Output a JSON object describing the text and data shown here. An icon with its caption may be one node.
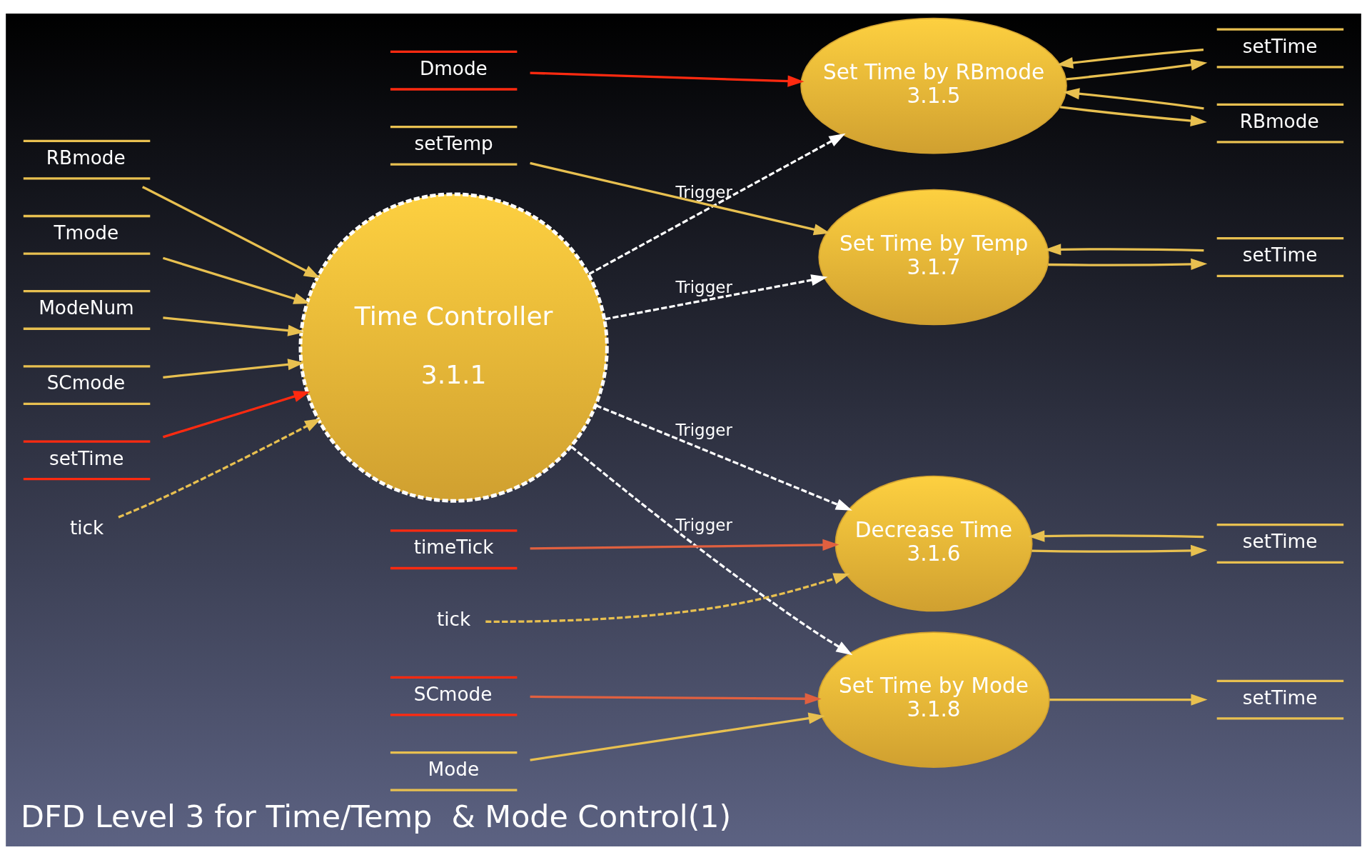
{
  "diagram": {
    "caption": "DFD Level 3 for Time/Temp  & Mode Control(1)",
    "nodes": [
      {
        "text": [
          "RBmode"
        ]
      },
      {
        "text": [
          "Tmode"
        ]
      },
      {
        "text": [
          "ModeNum"
        ]
      },
      {
        "text": [
          "SCmode"
        ]
      },
      {
        "text": [
          "setTime"
        ]
      },
      {
        "text": [
          "Time Controller",
          "3.1.1"
        ]
      },
      {
        "text": [
          "tick"
        ]
      },
      {
        "text": [
          "RBmode"
        ]
      },
      {
        "text": [
          "Dmode"
        ]
      },
      {
        "text": [
          "Set Time by RBmode",
          "3.1.5"
        ]
      },
      {
        "text": [
          "setTime"
        ]
      },
      {
        "text": [
          "timeTick"
        ]
      },
      {
        "text": [
          "Decrease Time",
          "3.1.6"
        ]
      },
      {
        "text": [
          "setTime"
        ]
      },
      {
        "text": [
          "tick"
        ]
      },
      {
        "text": [
          "Set Time by Temp",
          "3.1.7"
        ]
      },
      {
        "text": [
          "setTime"
        ]
      },
      {
        "text": [
          "setTemp"
        ]
      },
      {
        "text": [
          "SCmode"
        ]
      },
      {
        "text": [
          "Set Time by Mode",
          "3.1.8"
        ]
      },
      {
        "text": [
          "setTime"
        ]
      },
      {
        "text": [
          "Mode"
        ]
      }
    ],
    "edges": [
      {
        "from": 0,
        "to": 5,
        "arrow": "to"
      },
      {
        "from": 1,
        "to": 5,
        "arrow": "to"
      },
      {
        "from": 2,
        "to": 5,
        "arrow": "to"
      },
      {
        "from": 3,
        "to": 5,
        "arrow": "to"
      },
      {
        "from": 4,
        "to": 5,
        "arrow": "to",
        "color": "#ff2a10"
      },
      {
        "from": 6,
        "to": 5,
        "arrow": "to",
        "style": "dashed"
      },
      {
        "from": 5,
        "to": 9,
        "arrow": "to",
        "style": "dashed",
        "color": "#ffffff",
        "label": "Trigger"
      },
      {
        "from": 7,
        "to": 9,
        "arrow": "to"
      },
      {
        "from": 9,
        "to": 7,
        "arrow": "to"
      },
      {
        "from": 8,
        "to": 9,
        "arrow": "to",
        "color": "#ff2a10"
      },
      {
        "from": 9,
        "to": 10,
        "arrow": "to"
      },
      {
        "from": 10,
        "to": 9,
        "arrow": "to"
      },
      {
        "from": 5,
        "to": 12,
        "arrow": "to",
        "style": "dashed",
        "color": "#ffffff",
        "label": "Trigger"
      },
      {
        "from": 11,
        "to": 12,
        "arrow": "to",
        "color": "#e06040"
      },
      {
        "from": 12,
        "to": 13,
        "arrow": "to"
      },
      {
        "from": 13,
        "to": 12,
        "arrow": "to"
      },
      {
        "from": 14,
        "to": 12,
        "arrow": "to",
        "style": "dashed"
      },
      {
        "from": 5,
        "to": 15,
        "arrow": "to",
        "style": "dashed",
        "color": "#ffffff",
        "label": "Trigger"
      },
      {
        "from": 15,
        "to": 16,
        "arrow": "to"
      },
      {
        "from": 16,
        "to": 15,
        "arrow": "to"
      },
      {
        "from": 17,
        "to": 15,
        "arrow": "to"
      },
      {
        "from": 5,
        "to": 19,
        "arrow": "to",
        "style": "dashed",
        "color": "#ffffff",
        "label": "Trigger"
      },
      {
        "from": 18,
        "to": 19,
        "arrow": "to",
        "color": "#e06040"
      },
      {
        "from": 19,
        "to": 20,
        "arrow": "to"
      },
      {
        "from": 21,
        "to": 19,
        "arrow": "to"
      }
    ]
  }
}
